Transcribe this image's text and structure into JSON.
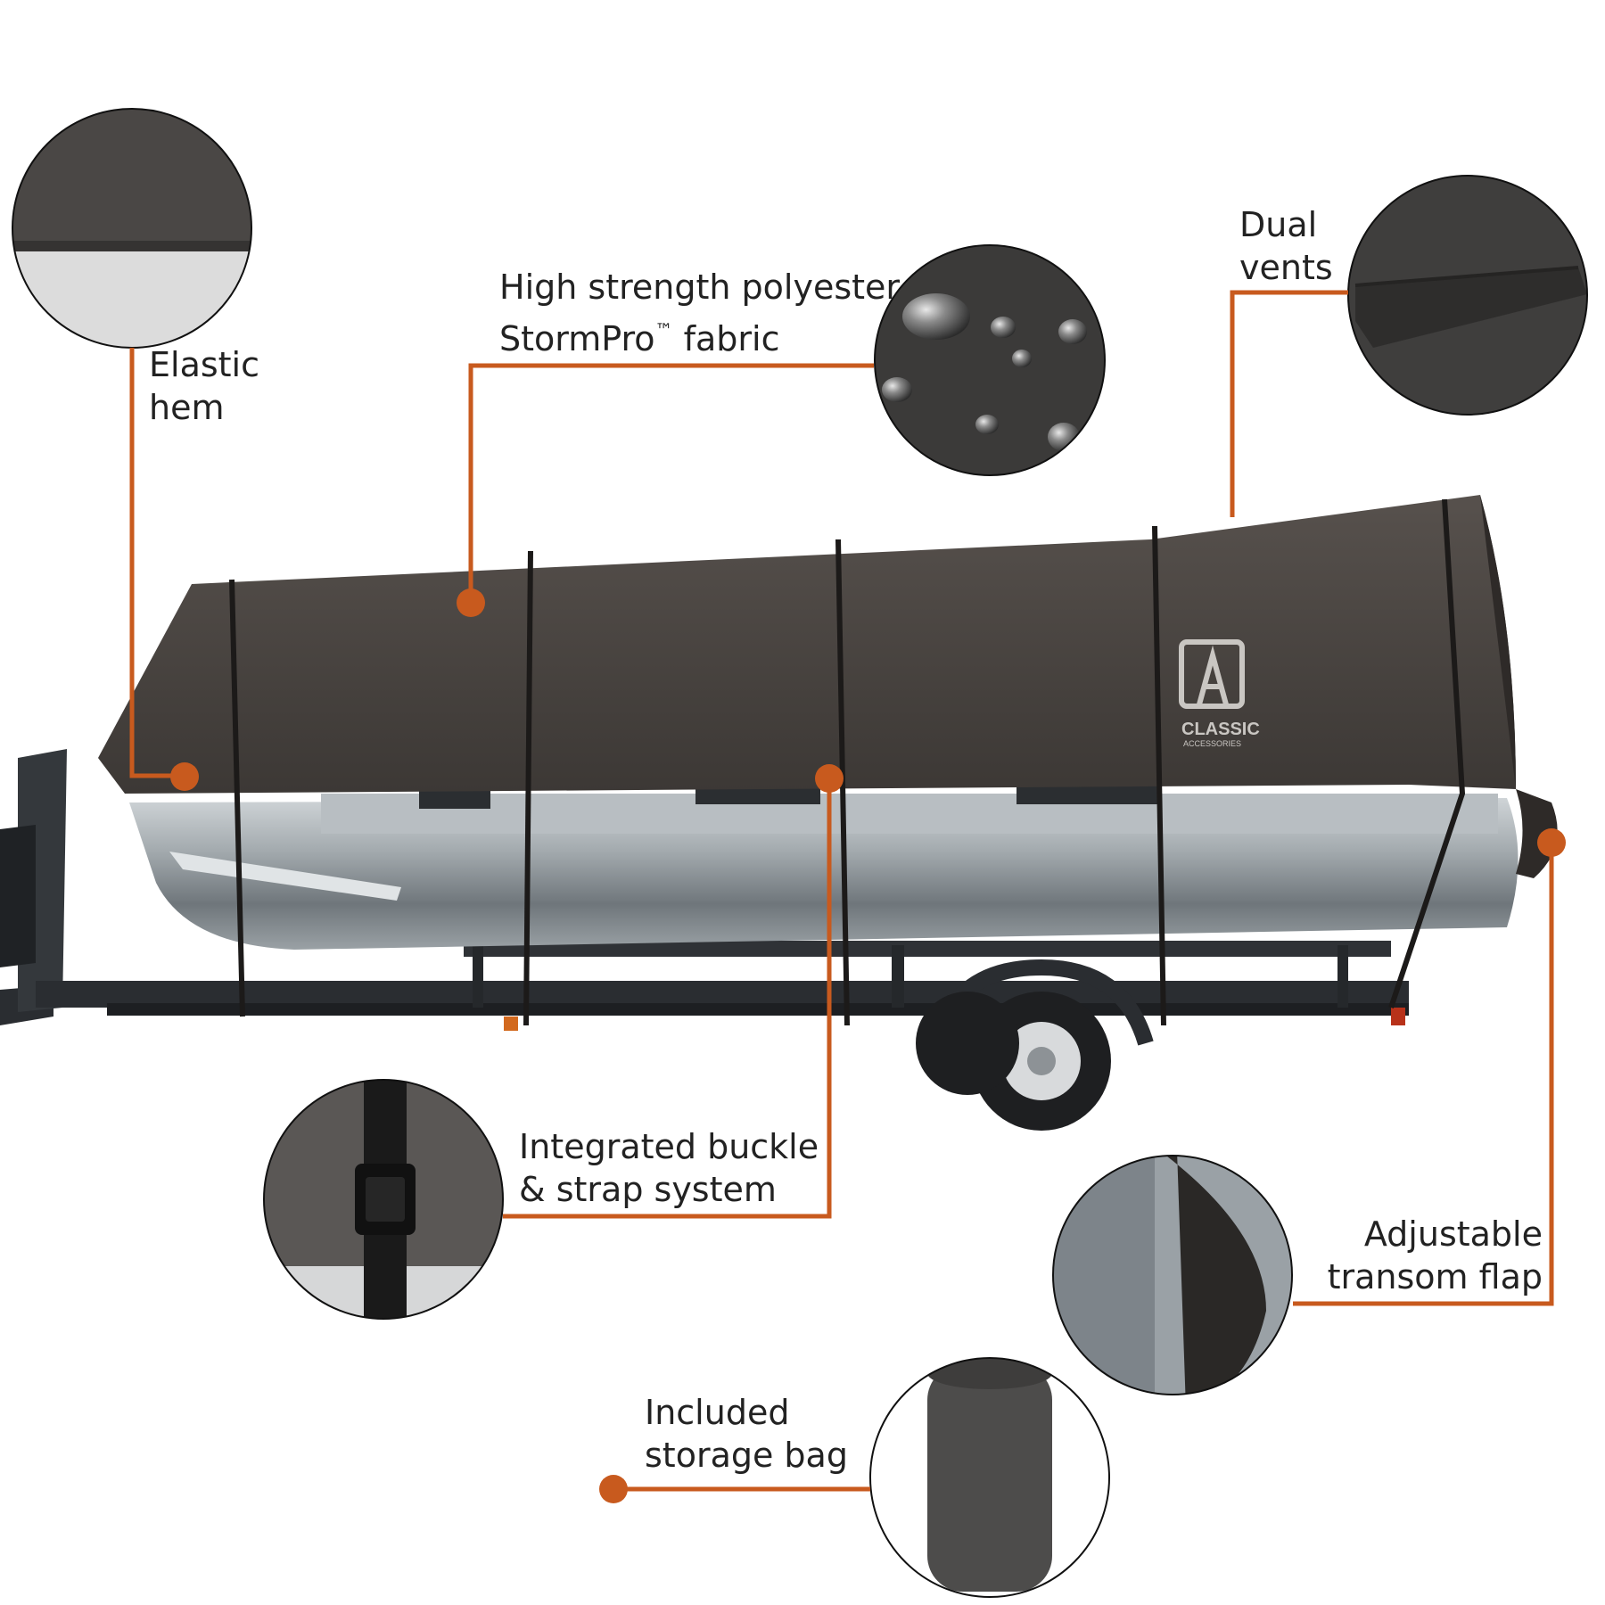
{
  "colors": {
    "accent": "#c85a1e",
    "cover": "#4a4542",
    "cover_dark": "#2e2a28",
    "pontoon": "#a9b0b4",
    "trailer": "#2a2d31",
    "background": "#ffffff"
  },
  "brand": {
    "name": "CLASSIC",
    "sub": "ACCESSORIES"
  },
  "callouts": [
    {
      "id": "elastic-hem",
      "lines": [
        "Elastic",
        "hem"
      ]
    },
    {
      "id": "fabric",
      "lines": [
        "High strength polyester",
        "StormPro",
        "™",
        " fabric"
      ]
    },
    {
      "id": "dual-vents",
      "lines": [
        "Dual",
        "vents"
      ]
    },
    {
      "id": "buckle",
      "lines": [
        "Integrated buckle",
        "& strap system"
      ]
    },
    {
      "id": "transom",
      "lines": [
        "Adjustable",
        "transom flap"
      ]
    },
    {
      "id": "storage",
      "lines": [
        "Included",
        "storage bag"
      ]
    }
  ]
}
